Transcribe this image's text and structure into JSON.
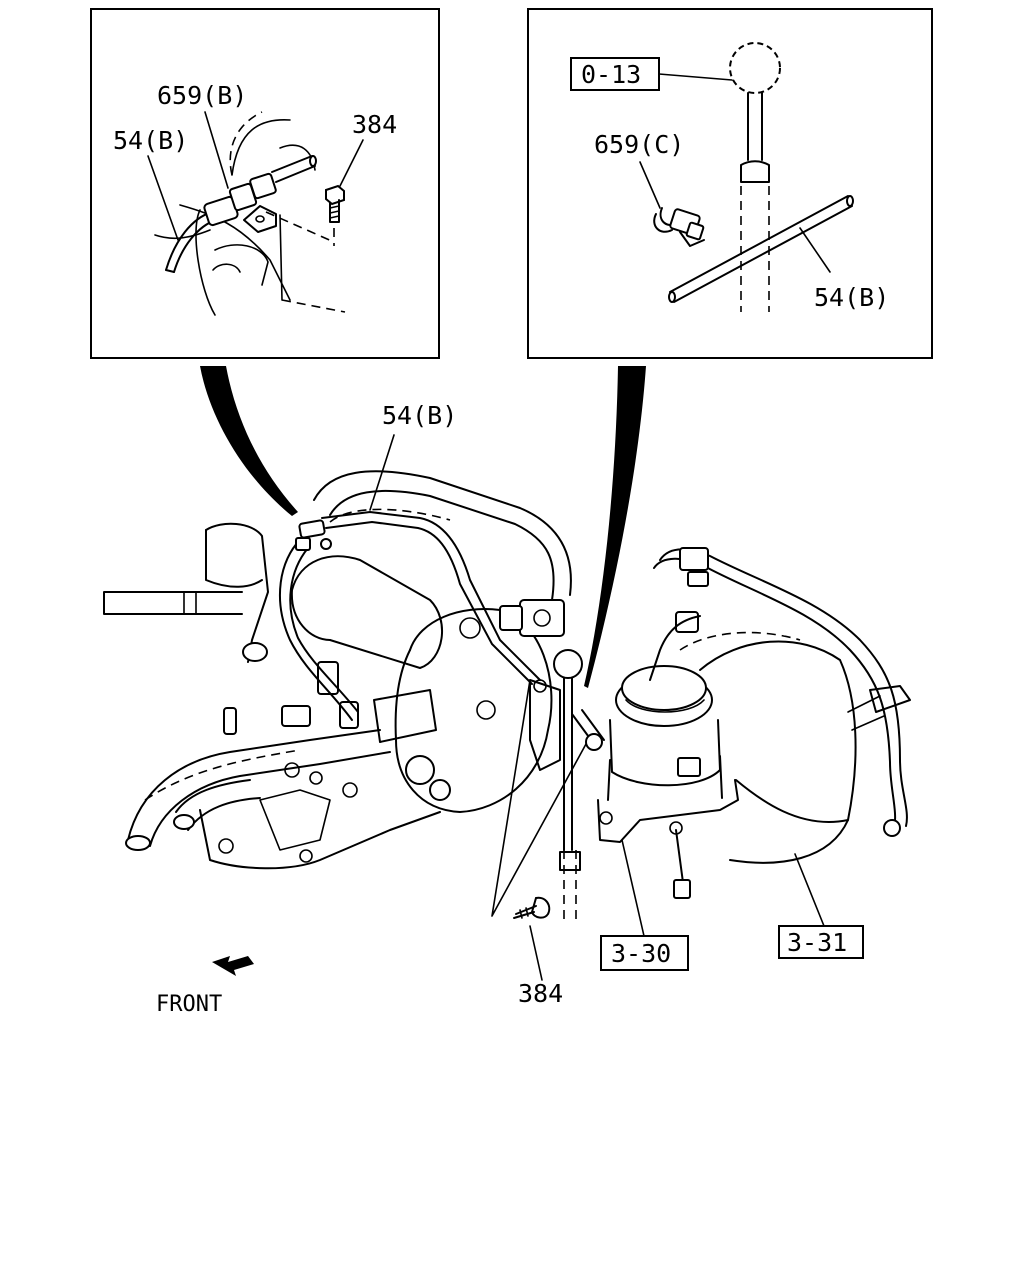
{
  "inset_left": {
    "labels": {
      "hose_clamp": "659(B)",
      "hose": "54(B)",
      "bolt": "384"
    }
  },
  "inset_right": {
    "labels": {
      "knob_ref": "0-13",
      "clip": "659(C)",
      "hose": "54(B)"
    }
  },
  "main": {
    "labels": {
      "hose_top": "54(B)",
      "bolt_bottom": "384",
      "master_cylinder_ref": "3-30",
      "booster_ref": "3-31",
      "front": "FRONT"
    }
  },
  "icons": [
    "front-arrow-icon"
  ]
}
